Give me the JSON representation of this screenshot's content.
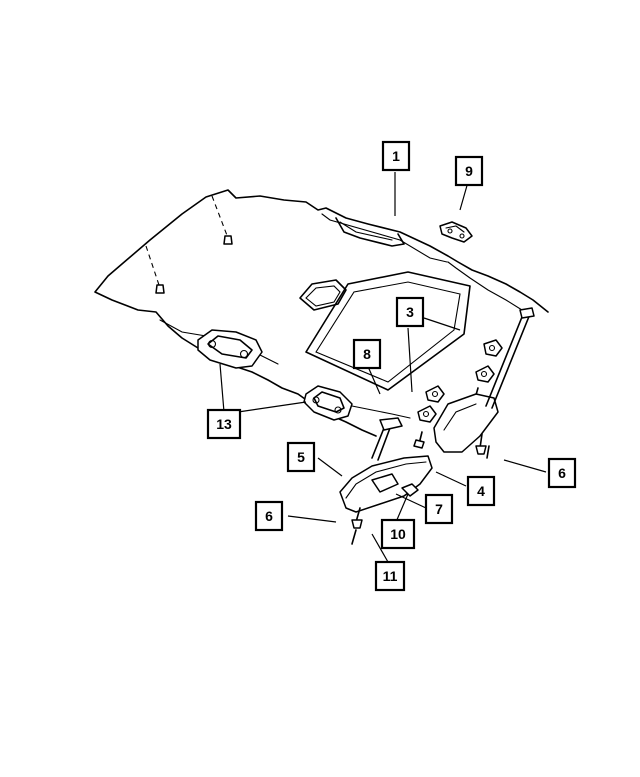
{
  "diagram": {
    "callouts": [
      {
        "id": "c1",
        "label": "1"
      },
      {
        "id": "c9",
        "label": "9"
      },
      {
        "id": "c3",
        "label": "3"
      },
      {
        "id": "c8",
        "label": "8"
      },
      {
        "id": "c13",
        "label": "13"
      },
      {
        "id": "c5",
        "label": "5"
      },
      {
        "id": "c4",
        "label": "4"
      },
      {
        "id": "c6a",
        "label": "6"
      },
      {
        "id": "c6b",
        "label": "6"
      },
      {
        "id": "c7",
        "label": "7"
      },
      {
        "id": "c10",
        "label": "10"
      },
      {
        "id": "c11",
        "label": "11"
      }
    ],
    "colors": {
      "line": "#000000",
      "background": "#ffffff"
    },
    "icons": [
      "headliner",
      "sunroof-opening",
      "grab-handle",
      "sun-visor",
      "visor-clip",
      "dome-lamp",
      "screw"
    ]
  }
}
